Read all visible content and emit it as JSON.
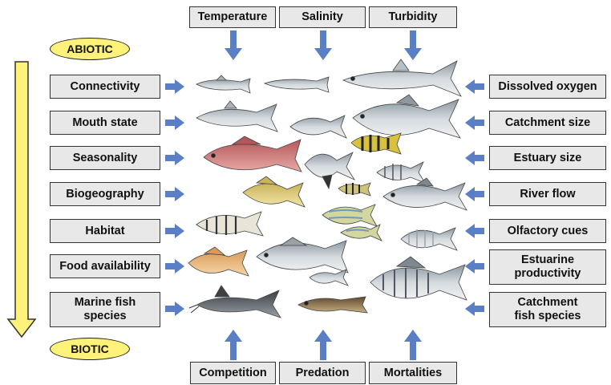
{
  "top_factors": [
    "Temperature",
    "Salinity",
    "Turbidity"
  ],
  "bottom_factors": [
    "Competition",
    "Predation",
    "Mortalities"
  ],
  "left_factors": [
    "Connectivity",
    "Mouth state",
    "Seasonality",
    "Biogeography",
    "Habitat",
    "Food availability",
    "Marine fish\nspecies"
  ],
  "right_factors": [
    "Dissolved oxygen",
    "Catchment size",
    "Estuary size",
    "River flow",
    "Olfactory cues",
    "Estuarine\nproductivity",
    "Catchment\nfish species"
  ],
  "gradient": {
    "top_label": "ABIOTIC",
    "bottom_label": "BIOTIC"
  },
  "colors": {
    "arrow": "#5b7fc4",
    "box_fill": "#e8e8e8",
    "oval_fill": "#fff27a",
    "gradient_arrow": "#fff27a"
  }
}
